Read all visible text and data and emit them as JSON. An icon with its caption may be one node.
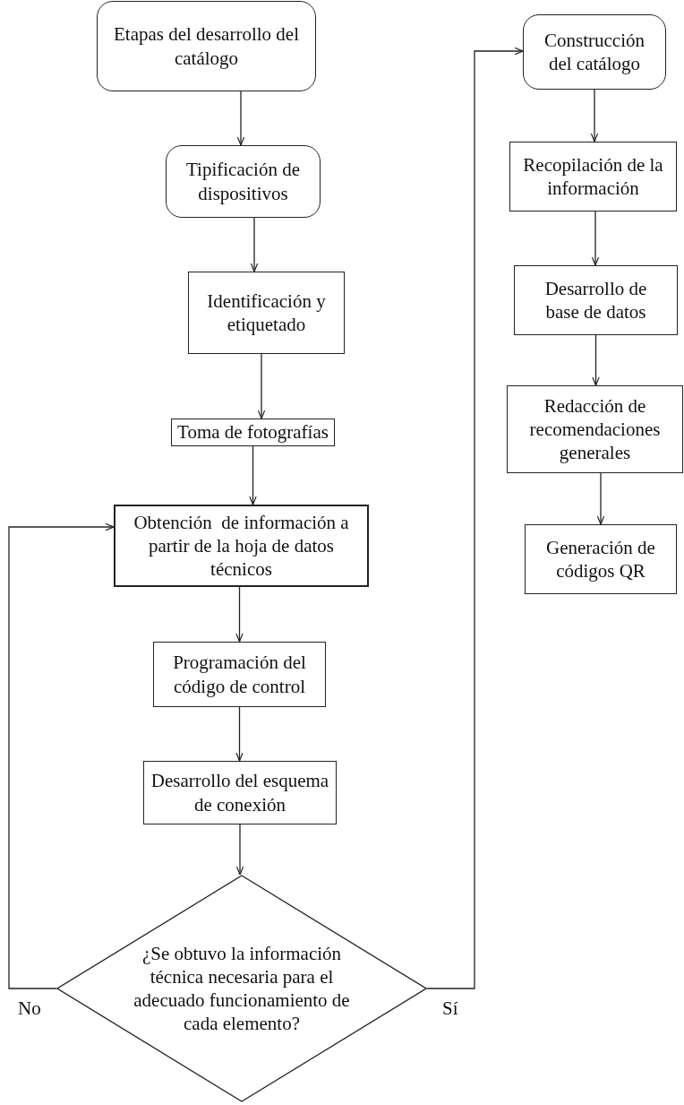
{
  "diagram": {
    "nodes": [
      {
        "text": [
          "Etapas del desarrollo del catálogo"
        ]
      },
      {
        "text": [
          "Tipificación de dispositivos"
        ]
      },
      {
        "text": [
          "Identificación y etiquetado"
        ]
      },
      {
        "text": [
          "Toma de fotografías"
        ]
      },
      {
        "text": [
          "Obtención  de información a partir de la hoja de datos técnicos"
        ]
      },
      {
        "text": [
          "Programación del código de control"
        ]
      },
      {
        "text": [
          "Desarrollo del esquema de conexión"
        ]
      },
      {
        "text": [
          "¿Se obtuvo la información técnica necesaria para el adecuado funcionamiento de cada elemento?"
        ]
      },
      {
        "text": [
          "Construcción del catálogo"
        ]
      },
      {
        "text": [
          "Recopilación de la información"
        ]
      },
      {
        "text": [
          "Desarrollo de base de datos"
        ]
      },
      {
        "text": [
          "Redacción de recomendaciones generales"
        ]
      },
      {
        "text": [
          "Generación de códigos QR"
        ]
      }
    ],
    "edges": [
      {
        "from": 0,
        "to": 1,
        "arrow": "to"
      },
      {
        "from": 1,
        "to": 2,
        "arrow": "to"
      },
      {
        "from": 2,
        "to": 3,
        "arrow": "to"
      },
      {
        "from": 3,
        "to": 4,
        "arrow": "to"
      },
      {
        "from": 4,
        "to": 5,
        "arrow": "to"
      },
      {
        "from": 5,
        "to": 6,
        "arrow": "to"
      },
      {
        "from": 6,
        "to": 7,
        "arrow": "to"
      },
      {
        "from": 7,
        "to": 4,
        "arrow": "to",
        "label": "No"
      },
      {
        "from": 7,
        "to": 8,
        "arrow": "to",
        "label": "Sí"
      },
      {
        "from": 8,
        "to": 9,
        "arrow": "to"
      },
      {
        "from": 9,
        "to": 10,
        "arrow": "to"
      },
      {
        "from": 10,
        "to": 11,
        "arrow": "to"
      },
      {
        "from": 11,
        "to": 12,
        "arrow": "to"
      }
    ]
  }
}
